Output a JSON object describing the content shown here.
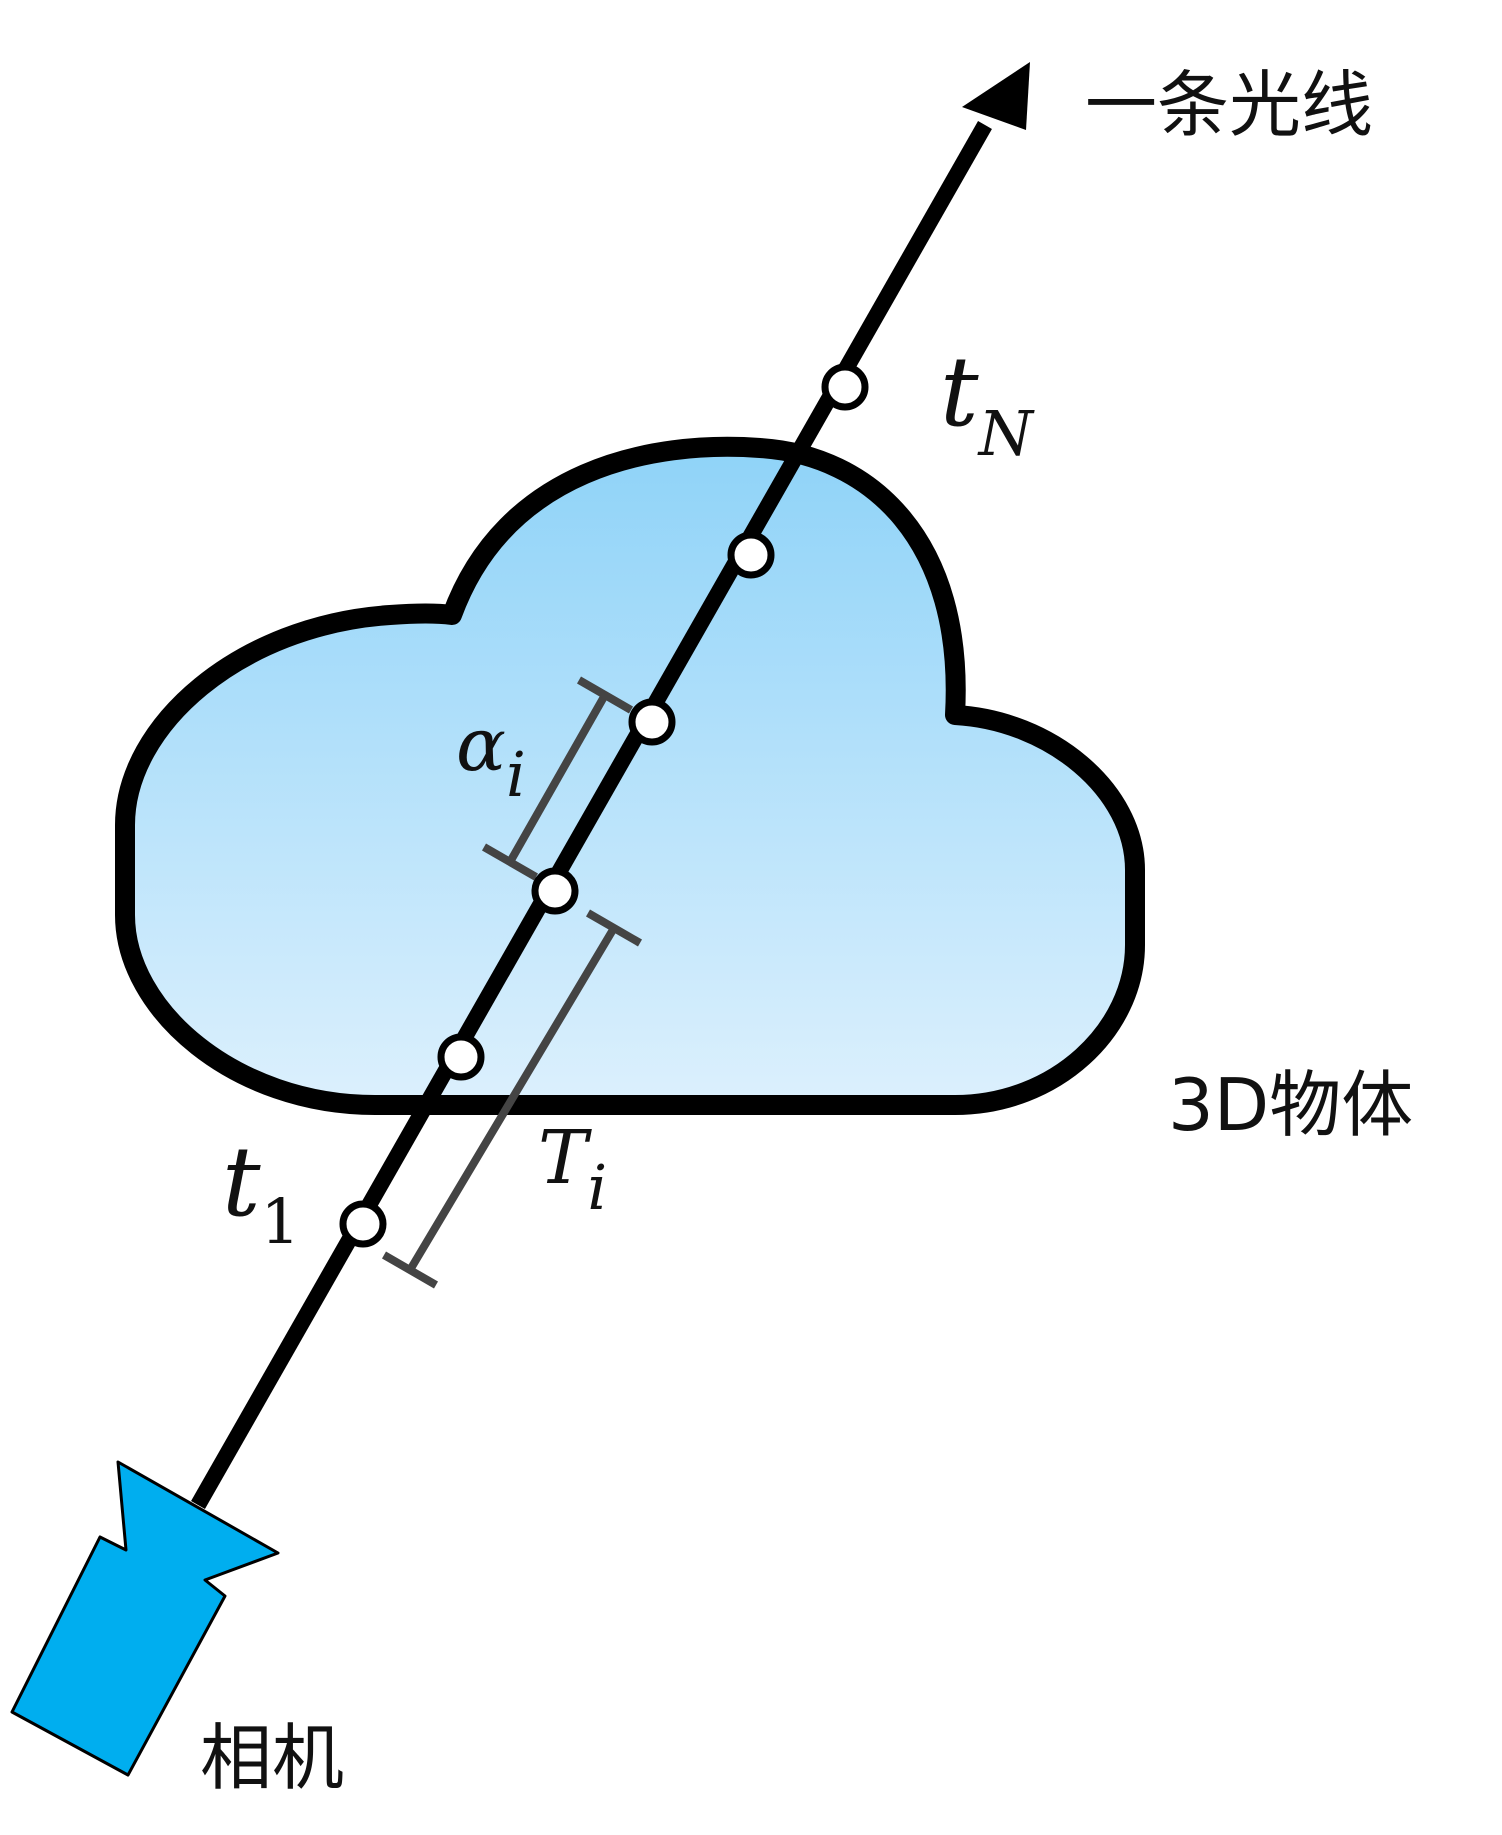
{
  "labels": {
    "ray": "一条光线",
    "object": "3D物体",
    "camera": "相机",
    "t_first": {
      "base": "t",
      "sub": "1"
    },
    "t_last": {
      "base": "t",
      "sub": "N"
    },
    "alpha": {
      "base": "α",
      "sub": "i"
    },
    "transmittance": {
      "base": "T",
      "sub": "i"
    }
  },
  "colors": {
    "cloud_top": "#8fd3f8",
    "cloud_bottom": "#dcf0fd",
    "outline": "#000000",
    "camera": "#00aeef",
    "bracket": "#444444"
  },
  "sample_points": 6
}
